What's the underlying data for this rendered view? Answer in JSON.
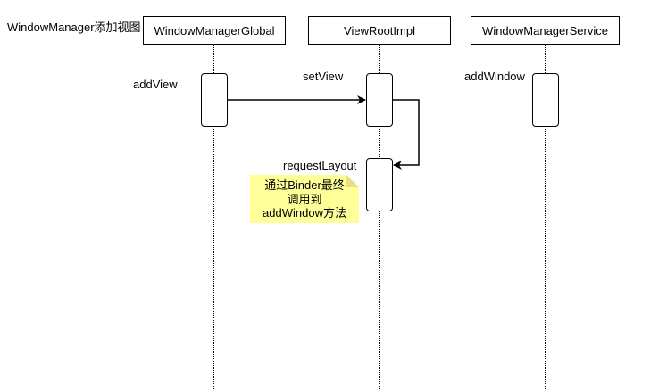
{
  "diagram": {
    "title": "WindowManager添加视图",
    "participants": [
      {
        "name": "WindowManagerGlobal"
      },
      {
        "name": "ViewRootImpl"
      },
      {
        "name": "WindowManagerService"
      }
    ],
    "calls": [
      {
        "label": "addView"
      },
      {
        "label": "setView"
      },
      {
        "label": "addWindow"
      },
      {
        "label": "requestLayout"
      }
    ],
    "note": {
      "text": "通过Binder最终\n调用到\naddWindow方法",
      "color": "#ffff99"
    }
  }
}
